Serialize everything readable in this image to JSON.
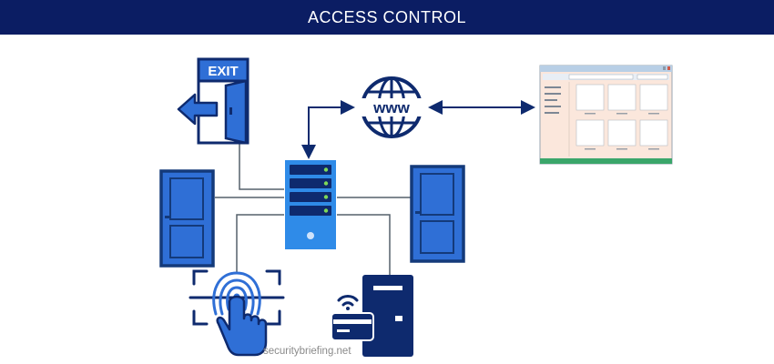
{
  "header": {
    "title": "ACCESS CONTROL"
  },
  "diagram": {
    "exit_sign_text": "EXIT",
    "globe_text": "www",
    "watermark": "securitybriefing.net",
    "nodes": [
      "exit-door",
      "door-left",
      "door-right",
      "server",
      "globe",
      "software-window",
      "fingerprint-scanner",
      "card-reader"
    ],
    "colors": {
      "header_bg": "#0b1d63",
      "navy": "#0e2a6e",
      "door_blue": "#2f6fd6",
      "door_frame": "#143a7a",
      "server_blue": "#2f8be8",
      "led_green": "#7ed957",
      "connector_line": "#55606b",
      "arrow": "#0e2a6e"
    }
  }
}
